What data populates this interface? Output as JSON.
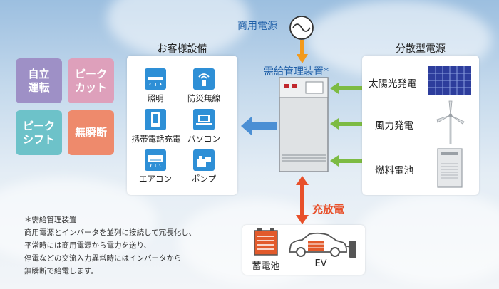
{
  "tiles": [
    {
      "label": "自立\n運転",
      "color": "#9e90c6"
    },
    {
      "label": "ピーク\nカット",
      "color": "#dea0bb"
    },
    {
      "label": "ピーク\nシフト",
      "color": "#6dc2c9"
    },
    {
      "label": "無瞬断",
      "color": "#ee8a6c"
    }
  ],
  "commercial_power": {
    "label": "商用電源",
    "icon": "ac-wave-icon"
  },
  "customer_equipment": {
    "title": "お客様設備",
    "items": [
      {
        "label": "照明",
        "icon": "lighting-icon"
      },
      {
        "label": "防災無線",
        "icon": "disaster-radio-icon"
      },
      {
        "label": "携帯電話充電",
        "icon": "mobile-phone-icon"
      },
      {
        "label": "パソコン",
        "icon": "laptop-icon"
      },
      {
        "label": "エアコン",
        "icon": "air-conditioner-icon"
      },
      {
        "label": "ポンプ",
        "icon": "pump-icon"
      }
    ]
  },
  "supply_device": {
    "label": "需給管理装置*"
  },
  "distributed_power": {
    "title": "分散型電源",
    "items": [
      {
        "label": "太陽光発電",
        "icon": "solar-panel-icon"
      },
      {
        "label": "風力発電",
        "icon": "wind-turbine-icon"
      },
      {
        "label": "燃料電池",
        "icon": "fuel-cell-icon"
      }
    ]
  },
  "charge_discharge": {
    "label": "充放電",
    "color": "#e8502a"
  },
  "storage": {
    "items": [
      {
        "label": "蓄電池",
        "icon": "battery-icon"
      },
      {
        "label": "EV",
        "icon": "ev-car-icon"
      }
    ]
  },
  "footnote": {
    "title": "＊需給管理装置",
    "lines": [
      "商用電源とインバータを並列に接続して冗長化し、",
      "平常時には商用電源から電力を送り、",
      "停電などの交流入力異常時にはインバータから",
      "無瞬断で給電します。"
    ]
  },
  "colors": {
    "accent_blue": "#2e8fd6",
    "orange": "#f39a1c",
    "green_arrow": "#7dbb43",
    "blue_arrow": "#4b8fd4"
  }
}
